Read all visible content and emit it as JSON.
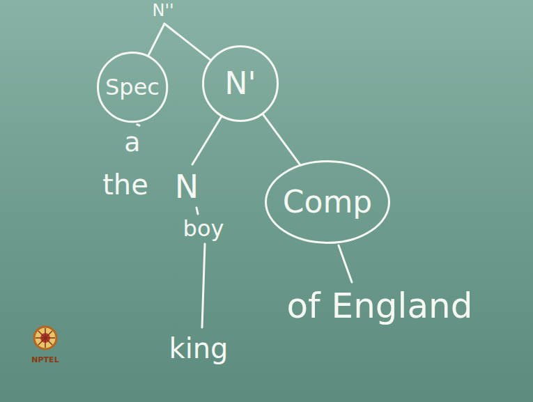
{
  "diagram": {
    "nodes": [
      {
        "text": [
          "Spec"
        ]
      },
      {
        "text": [
          "N'"
        ]
      },
      {
        "text": [
          "Comp"
        ]
      }
    ],
    "edges": [
      {
        "from": 1,
        "to": 2,
        "arrow": "none"
      }
    ],
    "labels": [
      "N''",
      "a",
      "the",
      "N",
      "boy",
      "king",
      "of England",
      "NPTEL"
    ]
  }
}
